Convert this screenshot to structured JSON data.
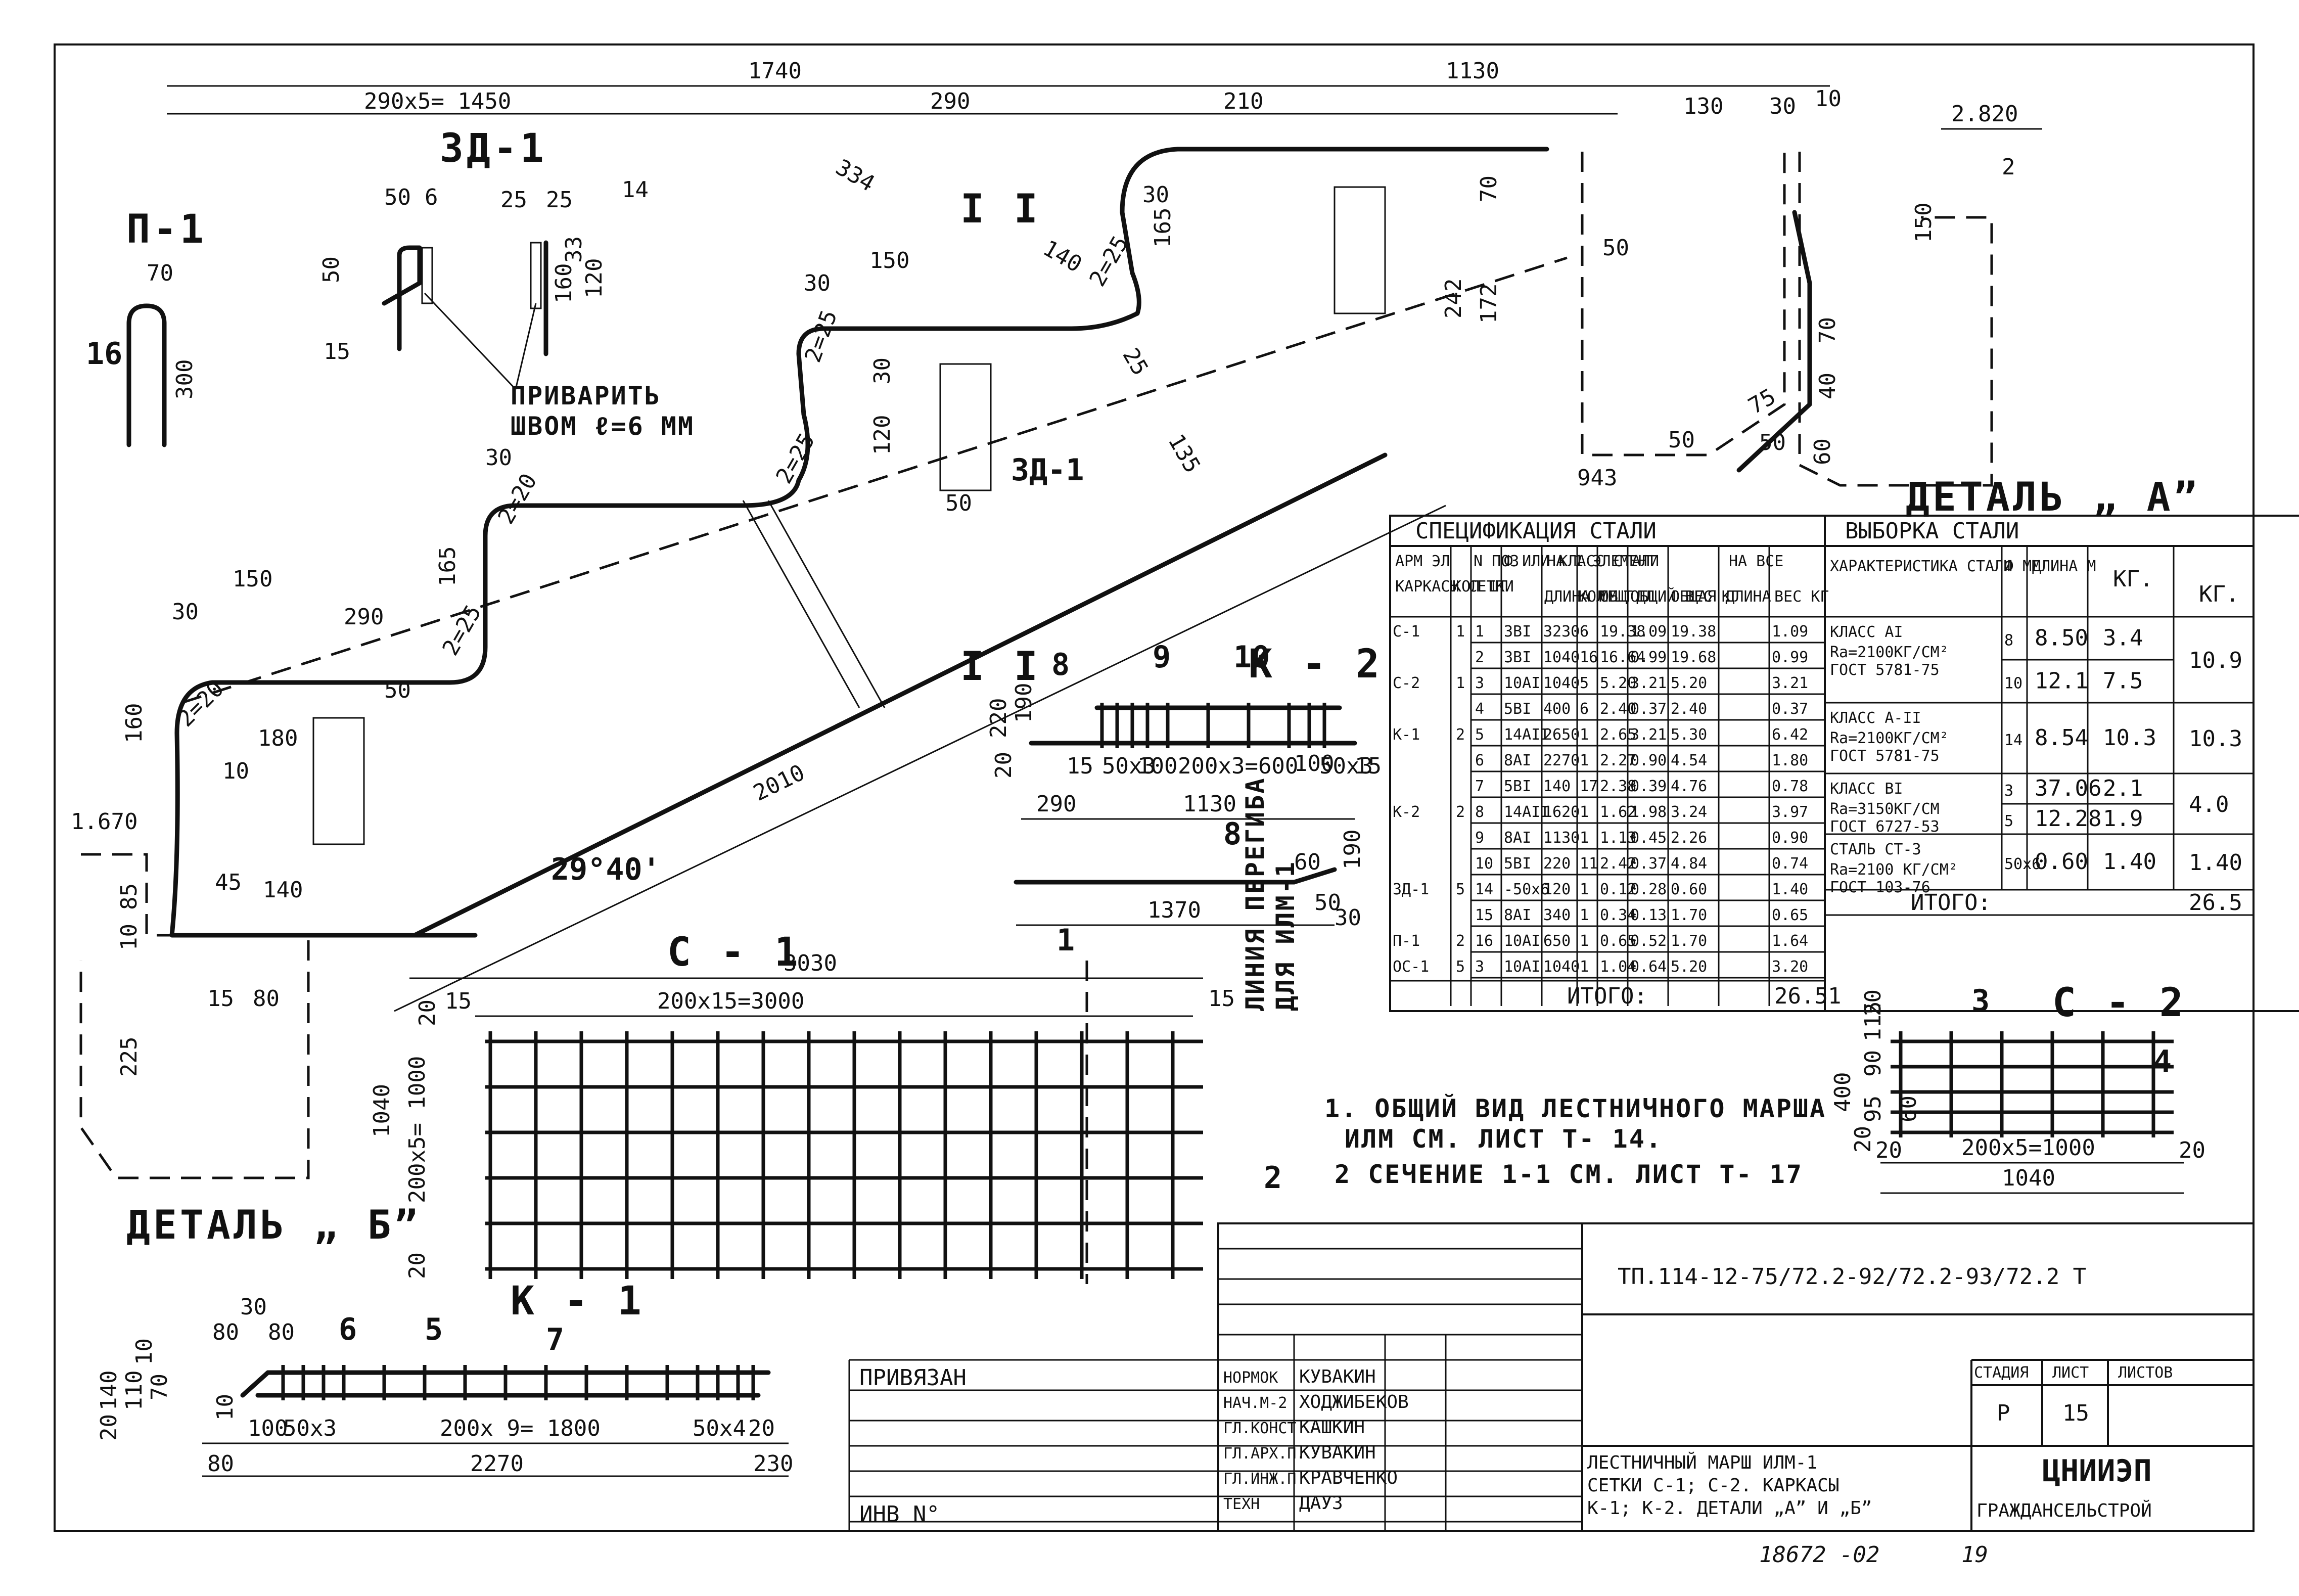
{
  "top_dims": {
    "d1740": "1740",
    "d1130": "1130",
    "d290x5": "290x5= 1450",
    "d290": "290",
    "d210": "210",
    "d130": "130",
    "d30": "30",
    "d10": "10",
    "d2820": "2.820"
  },
  "labels": {
    "zd1_top": "ЗД-1",
    "p1": "П-1",
    "p1_70": "70",
    "p1_16": "16",
    "p1_300": "300",
    "zd_50": "50",
    "zd_6": "6",
    "zd_25a": "25",
    "zd_25b": "25",
    "zd_14": "14",
    "zd_15": "15",
    "zd_50b": "50",
    "zd_160": "160",
    "zd_120": "120",
    "zd_33": "33",
    "privarit1": "ПРИВАРИТЬ",
    "privarit2": "ШВОМ ℓ=6 ММ",
    "d334": "334",
    "d150a": "150",
    "d30a": "30",
    "d140": "140",
    "d2_25a": "2=25",
    "d165a": "165",
    "d242": "242",
    "d70a": "70",
    "d172": "172",
    "d30b": "30",
    "d120a": "120",
    "d30c": "30",
    "d2_25b": "2=25",
    "d2_25c": "2=25",
    "d135": "135",
    "d25": "25",
    "zd1_mid": "ЗД-1",
    "d50a": "50",
    "section_11": "I I",
    "section_1b": "I I",
    "d943": "943",
    "a_50": "50",
    "a_150": "150",
    "a_70": "70",
    "a_40": "40",
    "a_75": "75",
    "a_60": "60",
    "a_50b": "50",
    "a_50c": "50",
    "a_2": "2",
    "detail_a": "ДЕТАЛЬ „ А”",
    "d30d": "30",
    "d2_20a": "2=20",
    "d165b": "165",
    "d150b": "150",
    "d30e": "30",
    "d290b": "290",
    "d2_25d": "2=25",
    "d50b": "50",
    "d2_20b": "2=20",
    "d180": "180",
    "d160": "160",
    "d10a": "10",
    "d140b": "140",
    "d45": "45",
    "d2010": "2010",
    "angle": "29°40'",
    "b_1670": "1.670",
    "b_85": "85",
    "b_10": "10",
    "b_225": "225",
    "b_15": "15",
    "b_80": "80",
    "detail_b": "ДЕТАЛЬ „ Б”"
  },
  "k2": {
    "title": "К - 2",
    "n8": "8",
    "n9": "9",
    "n10": "10",
    "d220": "220",
    "d190": "190",
    "d20": "20",
    "d15a": "15",
    "d50x3": "50x3",
    "d100a": "100",
    "d200x3": "200x3=600",
    "d100b": "100",
    "d50x3b": "50x3",
    "d15b": "15",
    "d290": "290",
    "d1130": "1130",
    "bar8": "8",
    "d60": "60",
    "d190b": "190",
    "d1370": "1370",
    "d50": "50",
    "d30": "30"
  },
  "c1": {
    "title": "С - 1",
    "n1": "1",
    "n2": "2",
    "d3030": "3030",
    "d15a": "15",
    "d200x15": "200x15=3000",
    "d15b": "15",
    "d20a": "20",
    "d1040": "1040",
    "d200x5": "200x5= 1000",
    "d20b": "20",
    "bend1": "ЛИНИЯ ПЕРЕГИБА",
    "bend2": "ДЛЯ ИЛМ-1",
    "k1": "К - 1"
  },
  "c2": {
    "title": "С - 2",
    "n3": "3",
    "n4": "4",
    "d400": "400",
    "d20": "20",
    "d95": "95",
    "d90": "90",
    "d115": "115",
    "d20b": "20",
    "d60": "60",
    "d20c": "20",
    "d200x5": "200x5=1000",
    "d20d": "20",
    "d1040": "1040"
  },
  "k1": {
    "n6": "6",
    "n5": "5",
    "n7": "7",
    "d30": "30",
    "d80a": "80",
    "d80b": "80",
    "d140": "140",
    "d110": "110",
    "d10": "10",
    "d70": "70",
    "d20": "20",
    "d10b": "10",
    "d100": "100",
    "d50x3": "50x3",
    "d200x9": "200x 9= 1800",
    "d50x4": "50x4",
    "d20b": "20",
    "d80c": "80",
    "d2270": "2270",
    "d230": "230"
  },
  "notes": {
    "n1a": "1. ОБЩИЙ ВИД ЛЕСТНИЧНОГО МАРША",
    "n1b": "ИЛМ СМ. ЛИСТ Т- 14.",
    "n2": "2 СЕЧЕНИЕ 1-1 СМ. ЛИСТ Т- 17"
  },
  "spec": {
    "title": "СПЕЦИФИКАЦИЯ СТАЛИ",
    "h_arm": "АРМ ЭЛ",
    "h_karkas": "КАРКАСЫ СЕТКИ",
    "h_kol": "КОЛ ШТ",
    "h_n": "N ПОЗ",
    "h_diam": "Ф ИЛИ КЛАСС СТАЛИ",
    "h_na1": "НА 1 ЭЛЕМЕНТ",
    "h_dlina": "ДЛИНА ММ",
    "h_kolb": "КОЛ ШТ",
    "h_obsh": "ОБЩ ДЛ",
    "h_obshves": "ОБЩИЙ ВЕС КГ",
    "h_navse": "НА ВСЕ",
    "h_obshdl": "ОБЩАЯ ДЛИНА",
    "h_ves": "ВЕС КГ",
    "rows": [
      [
        "С-1",
        "1",
        "1",
        "3ВI",
        "3230",
        "6",
        "19.38",
        "1.09",
        "19.38",
        "1.09"
      ],
      [
        "",
        "",
        "2",
        "3ВI",
        "1040",
        "16",
        "16.64",
        "0.99",
        "19.68",
        "0.99"
      ],
      [
        "С-2",
        "1",
        "3",
        "10АI",
        "1040",
        "5",
        "5.20",
        "3.21",
        "5.20",
        "3.21"
      ],
      [
        "",
        "",
        "4",
        "5ВI",
        "400",
        "6",
        "2.40",
        "0.37",
        "2.40",
        "0.37"
      ],
      [
        "К-1",
        "2",
        "5",
        "14АII",
        "2650",
        "1",
        "2.65",
        "3.21",
        "5.30",
        "6.42"
      ],
      [
        "",
        "",
        "6",
        "8АI",
        "2270",
        "1",
        "2.27",
        "0.90",
        "4.54",
        "1.80"
      ],
      [
        "",
        "",
        "7",
        "5ВI",
        "140",
        "17",
        "2.38",
        "0.39",
        "4.76",
        "0.78"
      ],
      [
        "К-2",
        "2",
        "8",
        "14АII",
        "1620",
        "1",
        "1.62",
        "1.98",
        "3.24",
        "3.97"
      ],
      [
        "",
        "",
        "9",
        "8АI",
        "1130",
        "1",
        "1.13",
        "0.45",
        "2.26",
        "0.90"
      ],
      [
        "",
        "",
        "10",
        "5ВI",
        "220",
        "11",
        "2.42",
        "0.37",
        "4.84",
        "0.74"
      ],
      [
        "ЗД-1",
        "5",
        "14",
        "-50x6",
        "120",
        "1",
        "0.12",
        "0.28",
        "0.60",
        "1.40"
      ],
      [
        "",
        "",
        "15",
        "8АI",
        "340",
        "1",
        "0.34",
        "0.13",
        "1.70",
        "0.65"
      ],
      [
        "П-1",
        "2",
        "16",
        "10АI",
        "650",
        "1",
        "0.65",
        "0.52",
        "1.70",
        "1.64"
      ],
      [
        "ОС-1",
        "5",
        "3",
        "10АI",
        "1040",
        "1",
        "1.04",
        "0.64",
        "5.20",
        "3.20"
      ]
    ],
    "itogo_label": "ИТОГО:",
    "itogo_val": "26.51"
  },
  "vyb": {
    "title": "ВЫБОРКА СТАЛИ",
    "h_char": "ХАРАКТЕРИСТИКА СТАЛИ",
    "h_phi": "Ф ММ",
    "h_dl": "ДЛИНА М",
    "h_kg": "КГ.",
    "h_kg2": "КГ.",
    "groups": [
      {
        "c1": "КЛАСС АI",
        "c2": "Rа=2100КГ/СМ²",
        "c3": "ГОСТ 5781-75",
        "rows": [
          [
            "8",
            "8.50",
            "3.4"
          ],
          [
            "10",
            "12.1",
            "7.5"
          ]
        ],
        "tot": "10.9"
      },
      {
        "c1": "КЛАСС А-II",
        "c2": "Rа=2100КГ/СМ²",
        "c3": "ГОСТ 5781-75",
        "rows": [
          [
            "14",
            "8.54",
            "10.3"
          ]
        ],
        "tot": "10.3"
      },
      {
        "c1": "КЛАСС ВI",
        "c2": "Rа=3150КГ/СМ",
        "c3": "ГОСТ 6727-53",
        "rows": [
          [
            "3",
            "37.06",
            "2.1"
          ],
          [
            "5",
            "12.28",
            "1.9"
          ]
        ],
        "tot": "4.0"
      },
      {
        "c1": "СТАЛЬ СТ-3",
        "c2": "Rа=2100 КГ/СМ²",
        "c3": "ГОСТ 103-76",
        "rows": [
          [
            "50x6",
            "0.60",
            "1.40"
          ]
        ],
        "tot": "1.40"
      }
    ],
    "itogo_label": "ИТОГО:",
    "itogo_val": "26.5"
  },
  "titleblock": {
    "code": "ТП.114-12-75/72.2-92/72.2-93/72.2   Т",
    "privyazan": "ПРИВЯЗАН",
    "inv": "ИНВ N°",
    "roles": [
      "НОРМОК",
      "НАЧ.М-2",
      "ГЛ.КОНСТ",
      "ГЛ.АРХ.П.",
      "ГЛ.ИНЖ.П",
      "ТЕХН"
    ],
    "names": [
      "КУВАКИН",
      "ХОДЖИБЕКОВ",
      "КАШКИН",
      "КУВАКИН",
      "КРАВЧЕНКО",
      "ДАУЗ"
    ],
    "desc1": "ЛЕСТНИЧНЫЙ МАРШ ИЛМ-1",
    "desc2": "СЕТКИ С-1; С-2. КАРКАСЫ",
    "desc3": "К-1; К-2. ДЕТАЛИ „А” И „Б”",
    "stadia_h": "СТАДИЯ",
    "list_h": "ЛИСТ",
    "listov_h": "ЛИСТОВ",
    "stadia": "Р",
    "list": "15",
    "org1": "ЦНИИЭП",
    "org2": "ГРАЖДАНСЕЛЬСТРОЙ"
  },
  "footer": {
    "num": "18672 -02",
    "page": "19"
  }
}
